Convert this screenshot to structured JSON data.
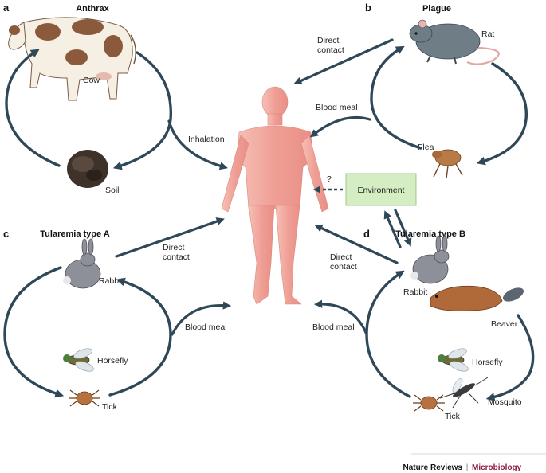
{
  "panels": {
    "a": {
      "letter": "a",
      "title": "Anthrax",
      "host": "Cow",
      "reservoir": "Soil",
      "route": "Inhalation"
    },
    "b": {
      "letter": "b",
      "title": "Plague",
      "host": "Rat",
      "vector": "Flea",
      "route_direct": "Direct\ncontact",
      "route_blood": "Blood meal",
      "unknown_link": "?",
      "environment": "Environment"
    },
    "c": {
      "letter": "c",
      "title": "Tularemia type A",
      "host": "Rabbit",
      "vector1": "Horsefly",
      "vector2": "Tick",
      "route_direct": "Direct\ncontact",
      "route_blood": "Blood meal"
    },
    "d": {
      "letter": "d",
      "title": "Tularemia type B",
      "host1": "Rabbit",
      "host2": "Beaver",
      "vector1": "Horsefly",
      "vector2": "Mosquito",
      "vector3": "Tick",
      "route_direct": "Direct\ncontact",
      "route_blood": "Blood meal"
    }
  },
  "credit": {
    "journal": "Nature Reviews",
    "separator": "|",
    "section": "Microbiology"
  },
  "colors": {
    "arrow": "#2f4858",
    "human": "#f2a9a0",
    "environment_box": "#d4edc2",
    "credit_accent": "#8a1c3c"
  }
}
